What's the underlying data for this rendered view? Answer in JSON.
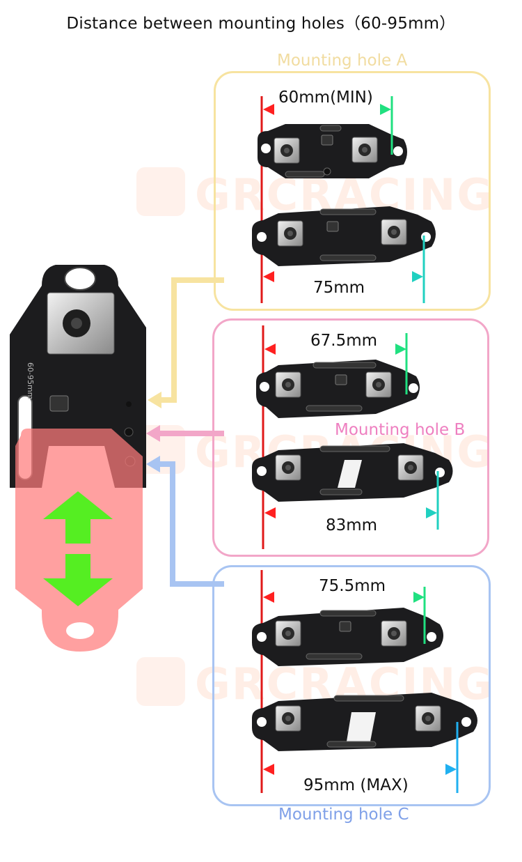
{
  "title": "Distance between mounting holes（60-95mm）",
  "colors": {
    "panel_a": "#f7e3a0",
    "panel_b": "#f2a6c8",
    "panel_c": "#a8c4f2",
    "label_a": "#f1dca0",
    "label_b": "#ee7fc0",
    "label_c": "#7fa0e8",
    "reference_line": "#e01919",
    "adjust_zone": "#ff7b7b",
    "adjust_arrow": "#55ee22"
  },
  "panels": {
    "a": {
      "label": "Mounting hole A",
      "top_dim": "60mm(MIN)",
      "bottom_dim": "75mm"
    },
    "b": {
      "label": "Mounting hole B",
      "top_dim": "67.5mm",
      "bottom_dim": "83mm"
    },
    "c": {
      "label": "Mounting hole C",
      "top_dim": "75.5mm",
      "bottom_dim": "95mm (MAX)"
    }
  },
  "part_marking": "60-95mm",
  "watermark": "GRCRACING"
}
